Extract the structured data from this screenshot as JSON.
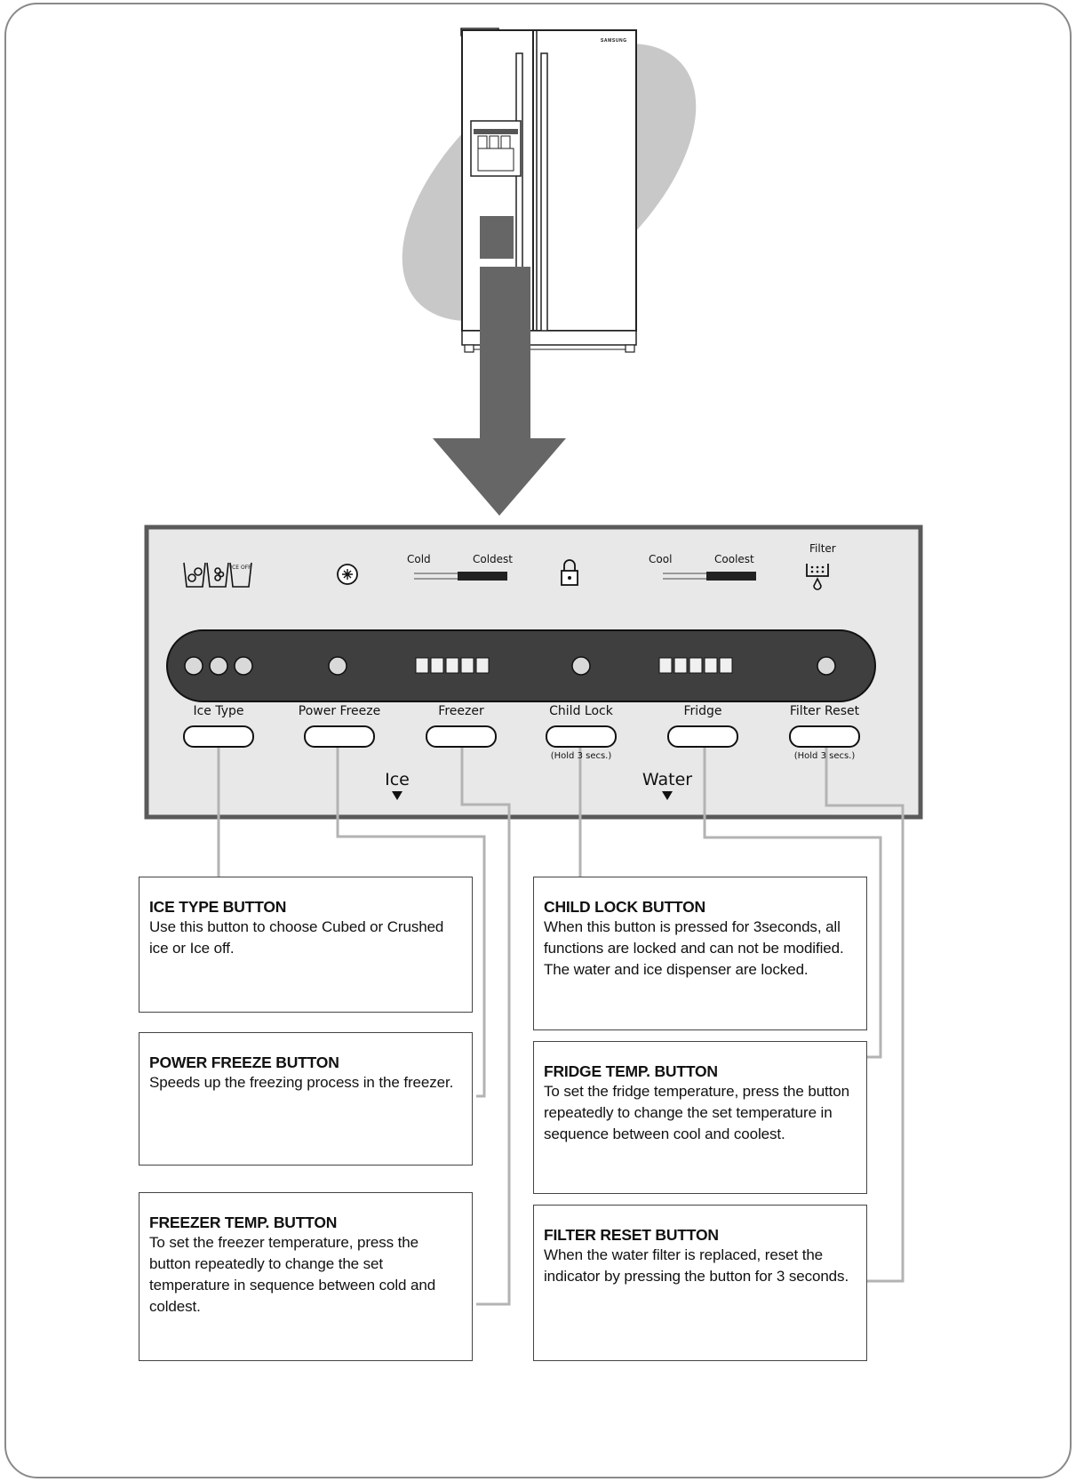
{
  "refrigerator": {
    "brand": "SAMSUNG"
  },
  "panel": {
    "freezer_scale": {
      "left_label": "Cold",
      "right_label": "Coldest"
    },
    "fridge_scale": {
      "left_label": "Cool",
      "right_label": "Coolest"
    },
    "filter_label": "Filter",
    "ice_type_icon_text": "ICE OFF",
    "buttons": [
      {
        "label": "Ice Type"
      },
      {
        "label": "Power Freeze"
      },
      {
        "label": "Freezer"
      },
      {
        "label": "Child Lock",
        "note": "(Hold 3 secs.)"
      },
      {
        "label": "Fridge"
      },
      {
        "label": "Filter Reset",
        "note": "(Hold 3 secs.)"
      }
    ],
    "ice_label": "Ice",
    "water_label": "Water"
  },
  "callouts": {
    "ice_type": {
      "title": "ICE TYPE BUTTON",
      "body": "Use this button to choose Cubed or Crushed ice or Ice off."
    },
    "power_freeze": {
      "title": "POWER FREEZE BUTTON",
      "body": "Speeds up the freezing process in the freezer."
    },
    "freezer_temp": {
      "title": "FREEZER TEMP. BUTTON",
      "body": "To set the freezer temperature, press the button repeatedly to change the set temperature in sequence between cold and coldest."
    },
    "child_lock": {
      "title": "CHILD LOCK BUTTON",
      "body": "When this button is pressed for 3seconds, all functions are locked and can not be modified. The water and ice dispenser are locked."
    },
    "fridge_temp": {
      "title": "FRIDGE TEMP. BUTTON",
      "body": "To set the fridge temperature, press the button repeatedly to change the set temperature in sequence between cool and coolest."
    },
    "filter_reset": {
      "title": "FILTER RESET BUTTON",
      "body": "When the water filter is replaced, reset the indicator by pressing the button for 3 seconds."
    }
  },
  "colors": {
    "frame": "#8a8a8a",
    "arrow": "#666666",
    "ellipse": "#c8c8c8",
    "panel_bg": "#e8e8e8",
    "panel_border": "#5a5a5a",
    "display_bar": "#3f3f3f",
    "leader_lines": "#b3b3b3"
  }
}
